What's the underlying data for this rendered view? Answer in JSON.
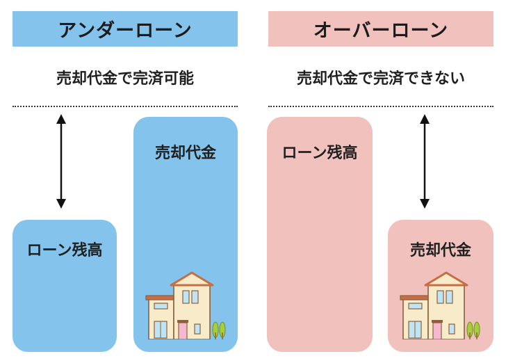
{
  "colors": {
    "under_blue": "#84C4EC",
    "over_pink": "#F0C1BD",
    "text_dark": "#1F1F1F",
    "house_wall": "#F7EBC9",
    "house_roof": "#C56D44",
    "house_trim": "#8E5F3C",
    "house_window": "#BFE4F4",
    "house_door": "#F5B9CF",
    "tree": "#A9CE3D"
  },
  "left_panel": {
    "title": "アンダーローン",
    "subtitle": "売却代金で完済可能",
    "loan_bar_label": "ローン残高",
    "sale_bar_label": "売却代金"
  },
  "right_panel": {
    "title": "オーバーローン",
    "subtitle": "売却代金で完済できない",
    "loan_bar_label": "ローン残高",
    "sale_bar_label": "売却代金"
  },
  "icons": [
    "house-icon",
    "double-arrow-icon",
    "tree-icon"
  ]
}
